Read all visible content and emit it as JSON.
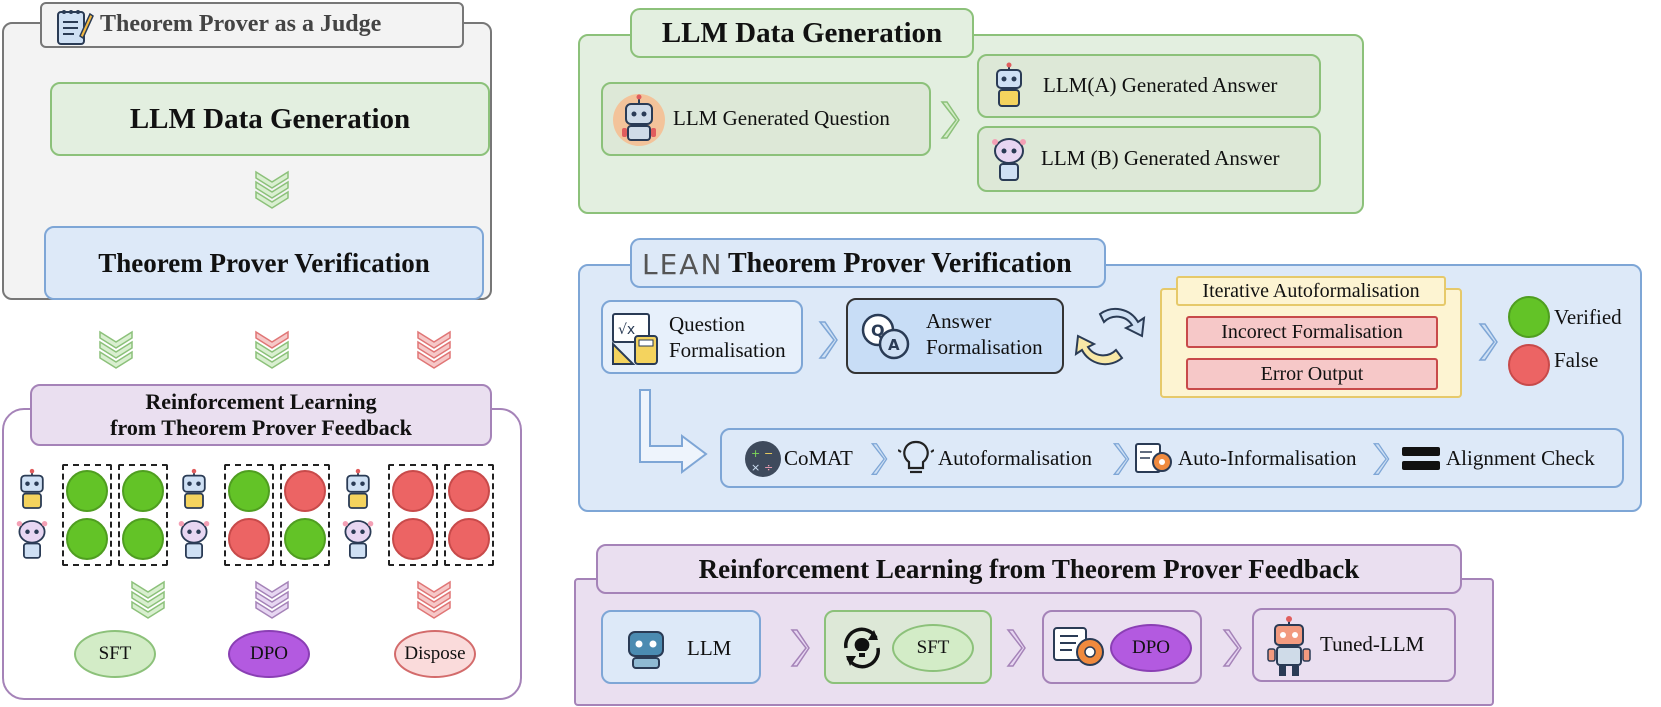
{
  "left": {
    "title": "Theorem Prover as a Judge",
    "gen_box": "LLM Data Generation",
    "verify_box": "Theorem Prover Verification",
    "rl_title_line1": "Reinforcement Learning",
    "rl_title_line2": "from Theorem Prover Feedback",
    "groups": [
      {
        "dots": [
          "green",
          "green",
          "green",
          "green"
        ],
        "result": "SFT"
      },
      {
        "dots": [
          "green",
          "red",
          "red",
          "green"
        ],
        "result": "DPO"
      },
      {
        "dots": [
          "red",
          "red",
          "red",
          "red"
        ],
        "result": "Dispose"
      }
    ]
  },
  "gen": {
    "title": "LLM Data Generation",
    "question": "LLM Generated Question",
    "answer_a": "LLM(A) Generated Answer",
    "answer_b": "LLM (B) Generated Answer"
  },
  "verify": {
    "logo": "LEAN",
    "title": "Theorem Prover Verification",
    "question_line1": "Question",
    "question_line2": "Formalisation",
    "answer_line1": "Answer",
    "answer_line2": "Formalisation",
    "iter_title": "Iterative Autoformalisation",
    "incorrect": "Incorect Formalisation",
    "error": "Error Output",
    "verified": "Verified",
    "false": "False",
    "pipeline": [
      "CoMAT",
      "Autoformalisation",
      "Auto-Informalisation",
      "Alignment Check"
    ]
  },
  "rl": {
    "title": "Reinforcement Learning from Theorem Prover Feedback",
    "llm": "LLM",
    "sft": "SFT",
    "dpo": "DPO",
    "tuned": "Tuned-LLM"
  },
  "colors": {
    "green_fill": "#e3efe0",
    "green_border": "#8cc17a",
    "blue_fill": "#dde9f8",
    "blue_border": "#7ea6d6",
    "purple_fill": "#eadff0",
    "purple_border": "#a583b8",
    "verified": "#63c327",
    "false": "#ec6464"
  }
}
